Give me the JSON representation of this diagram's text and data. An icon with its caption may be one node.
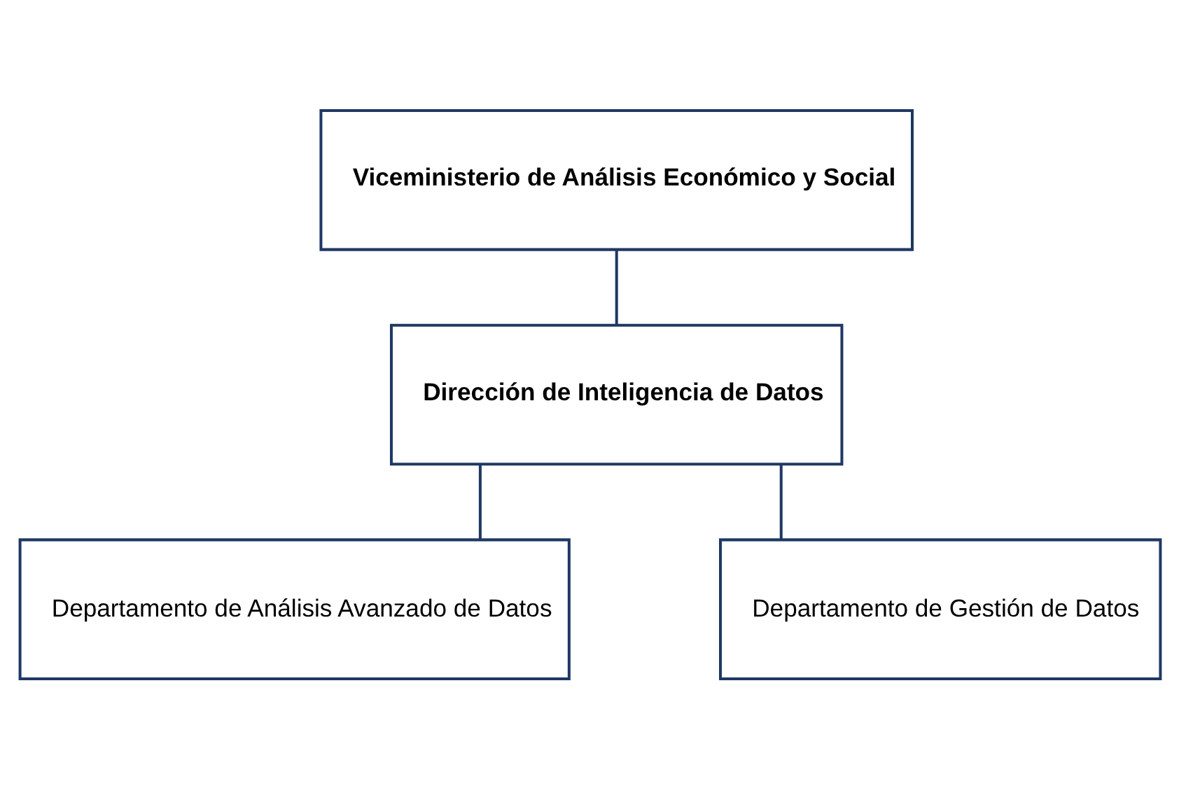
{
  "diagram": {
    "nodes": [
      {
        "text": [
          "Viceministerio de Análisis Económico y Social"
        ]
      },
      {
        "text": [
          "Dirección de Inteligencia de Datos"
        ]
      },
      {
        "text": [
          "Departamento de Análisis Avanzado de Datos"
        ]
      },
      {
        "text": [
          "Departamento de Gestión de Datos"
        ]
      }
    ],
    "edges": [
      {
        "from": 0,
        "to": 1,
        "arrow": "none"
      },
      {
        "from": 1,
        "to": 2,
        "arrow": "none"
      },
      {
        "from": 1,
        "to": 3,
        "arrow": "none"
      }
    ]
  }
}
